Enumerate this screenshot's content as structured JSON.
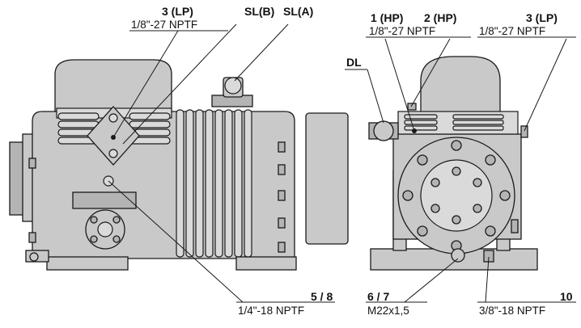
{
  "labels": {
    "lp_left_title": "3 (LP)",
    "lp_left_spec": "1/8\"-27 NPTF",
    "slb": "SL(B)",
    "sla": "SL(A)",
    "hp1_title": "1 (HP)",
    "hp1_spec": "1/8\"-27 NPTF",
    "hp2_title": "2 (HP)",
    "lp_right_title": "3 (LP)",
    "lp_right_spec": "1/8\"-27 NPTF",
    "dl": "DL",
    "p58_title": "5 / 8",
    "p58_spec": "1/4\"-18 NPTF",
    "p67_title": "6 / 7",
    "p67_spec": "M22x1,5",
    "p10_title": "10",
    "p10_spec": "3/8\"-18 NPTF"
  },
  "colors": {
    "body": "#c9c9c9",
    "dark": "#b4b4b4",
    "line": "#1a1a1a"
  }
}
